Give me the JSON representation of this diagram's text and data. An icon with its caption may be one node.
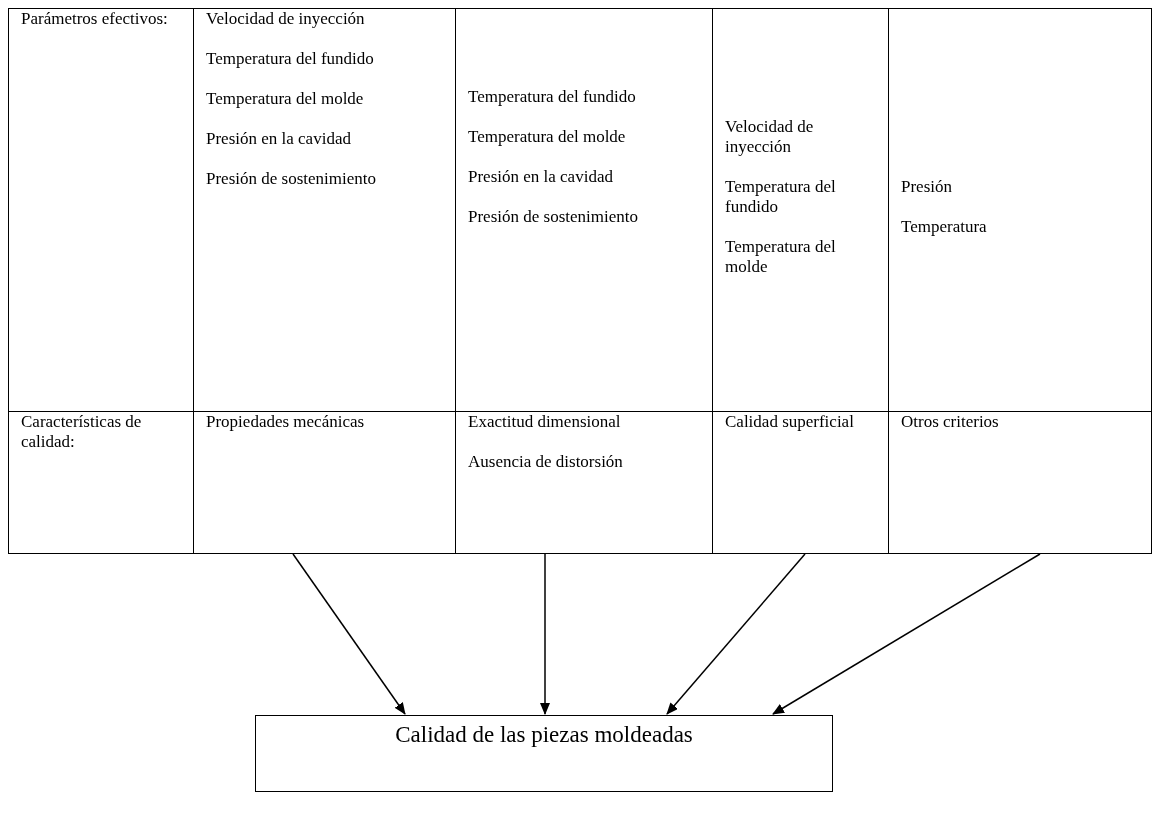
{
  "diagram": {
    "nodes": [
      {
        "text": [
          "Propiedades mecánicas"
        ]
      },
      {
        "text": [
          "Exactitud dimensional",
          "Ausencia de distorsión"
        ]
      },
      {
        "text": [
          "Calidad superficial"
        ]
      },
      {
        "text": [
          "Otros criterios"
        ]
      },
      {
        "text": [
          "Calidad de las piezas moldeadas"
        ]
      }
    ],
    "edges": [
      {
        "from": 0,
        "to": 4,
        "arrow": "to"
      },
      {
        "from": 1,
        "to": 4,
        "arrow": "to"
      },
      {
        "from": 2,
        "to": 4,
        "arrow": "to"
      },
      {
        "from": 3,
        "to": 4,
        "arrow": "to"
      }
    ],
    "labels": [
      "Parámetros efectivos:",
      "Velocidad de inyección",
      "Temperatura del fundido",
      "Temperatura del molde",
      "Presión en la cavidad",
      "Presión de sostenimiento",
      "Temperatura del fundido",
      "Temperatura del molde",
      "Presión en la cavidad",
      "Presión de sostenimiento",
      "Velocidad de inyección",
      "Temperatura del fundido",
      "Temperatura del molde",
      "Presión",
      "Temperatura",
      "Características de calidad:"
    ]
  }
}
